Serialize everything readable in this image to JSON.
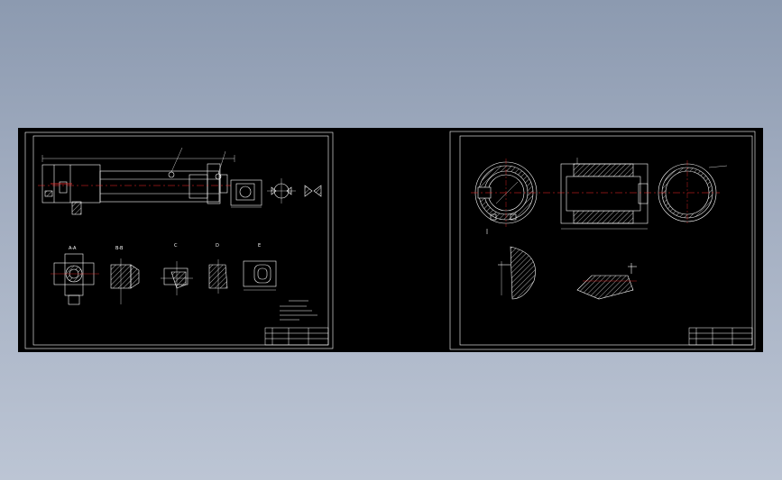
{
  "colors": {
    "backdrop_top": "#8c9ab0",
    "backdrop_bottom": "#bcc5d4",
    "strip": "#000000",
    "line": "#ffffff",
    "centerline": "#ff2a2a",
    "hatch": "#d8d8d8"
  },
  "left_sheet": {
    "section_labels": [
      "A-A",
      "B-B",
      "C",
      "D",
      "E"
    ]
  },
  "right_sheet": {
    "section_labels": []
  }
}
